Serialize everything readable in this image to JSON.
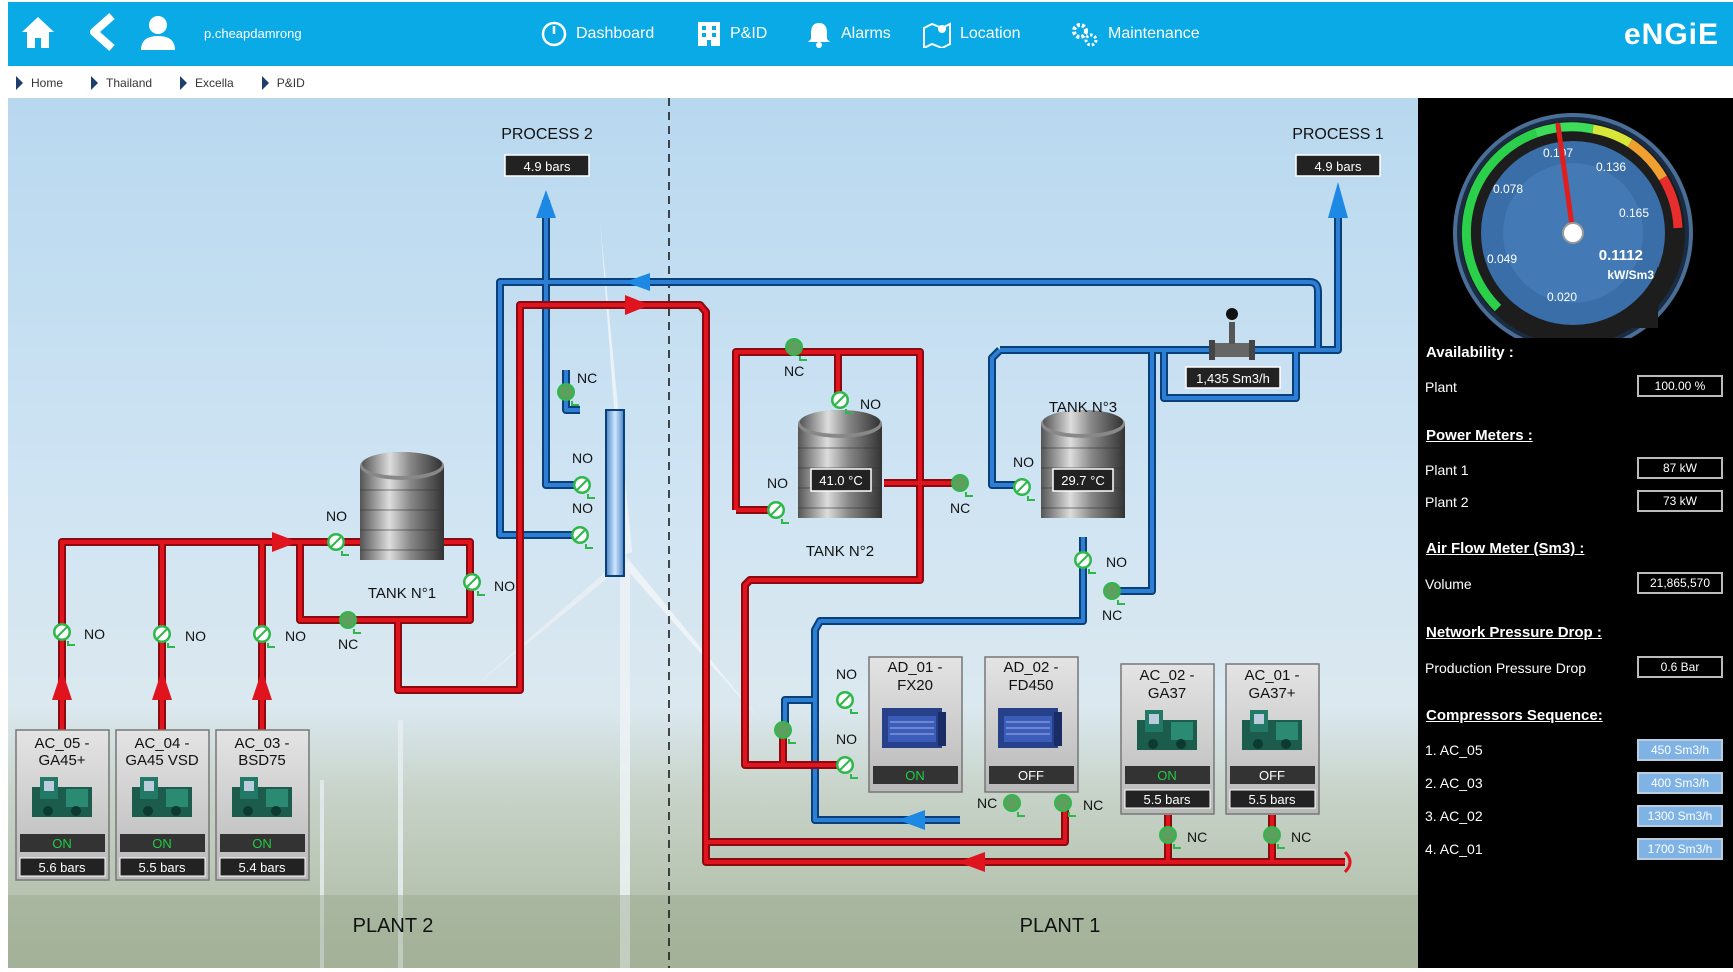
{
  "header": {
    "user": "p.cheapdamrong",
    "nav": [
      {
        "label": "Dashboard",
        "icon": "dashboard-icon"
      },
      {
        "label": "P&ID",
        "icon": "building-icon"
      },
      {
        "label": "Alarms",
        "icon": "bell-icon"
      },
      {
        "label": "Location",
        "icon": "map-icon"
      },
      {
        "label": "Maintenance",
        "icon": "gears-icon"
      }
    ],
    "logo": "eNGiE"
  },
  "breadcrumb": [
    "Home",
    "Thailand",
    "Excella",
    "P&ID"
  ],
  "diagram": {
    "process2_label": "PROCESS 2",
    "process2_value": "4.9 bars",
    "process1_label": "PROCESS 1",
    "process1_value": "4.9 bars",
    "plant2_label": "PLANT 2",
    "plant1_label": "PLANT 1",
    "tank1_label": "TANK N°1",
    "tank2_label": "TANK N°2",
    "tank2_temp": "41.0 °C",
    "tank3_label": "TANK N°3",
    "tank3_temp": "29.7 °C",
    "flow_value": "1,435 Sm3/h",
    "valve_no": "NO",
    "valve_nc": "NC",
    "compressors": [
      {
        "name1": "AC_05 -",
        "name2": "GA45+",
        "status": "ON",
        "pressure": "5.6 bars"
      },
      {
        "name1": "AC_04 -",
        "name2": "GA45 VSD",
        "status": "ON",
        "pressure": "5.5 bars"
      },
      {
        "name1": "AC_03 -",
        "name2": "BSD75",
        "status": "ON",
        "pressure": "5.4 bars"
      },
      {
        "name1": "AC_02 -",
        "name2": "GA37",
        "status": "ON",
        "pressure": "5.5 bars"
      },
      {
        "name1": "AC_01 -",
        "name2": "GA37+",
        "status": "OFF",
        "pressure": "5.5 bars"
      }
    ],
    "dryers": [
      {
        "name1": "AD_01 -",
        "name2": "FX20",
        "status": "ON"
      },
      {
        "name1": "AD_02 -",
        "name2": "FD450",
        "status": "OFF"
      }
    ]
  },
  "gauge": {
    "ticks": [
      "0.020",
      "0.049",
      "0.078",
      "0.107",
      "0.136",
      "0.165"
    ],
    "value": "0.1112",
    "unit": "kW/Sm3"
  },
  "sidebar": {
    "availability_title": "Availability :",
    "availability_label": "Plant",
    "availability_value": "100.00 %",
    "power_title": "Power Meters :",
    "power": [
      {
        "label": "Plant 1",
        "value": "87 kW"
      },
      {
        "label": "Plant 2",
        "value": "73 kW"
      }
    ],
    "airflow_title": "Air Flow Meter (Sm3) :",
    "airflow_label": "Volume",
    "airflow_value": "21,865,570",
    "pressure_title": "Network Pressure Drop :",
    "pressure_label": "Production Pressure Drop",
    "pressure_value": "0.6 Bar",
    "sequence_title": "Compressors Sequence:",
    "sequence": [
      {
        "label": "1. AC_05",
        "value": "450 Sm3/h"
      },
      {
        "label": "2. AC_03",
        "value": "400 Sm3/h"
      },
      {
        "label": "3. AC_02",
        "value": "1300 Sm3/h"
      },
      {
        "label": "4. AC_01",
        "value": "1700 Sm3/h"
      }
    ]
  },
  "colors": {
    "header": "#0aaae6",
    "red_pipe": "#e0141e",
    "blue_pipe": "#1668b8",
    "on": "#22cc44"
  }
}
